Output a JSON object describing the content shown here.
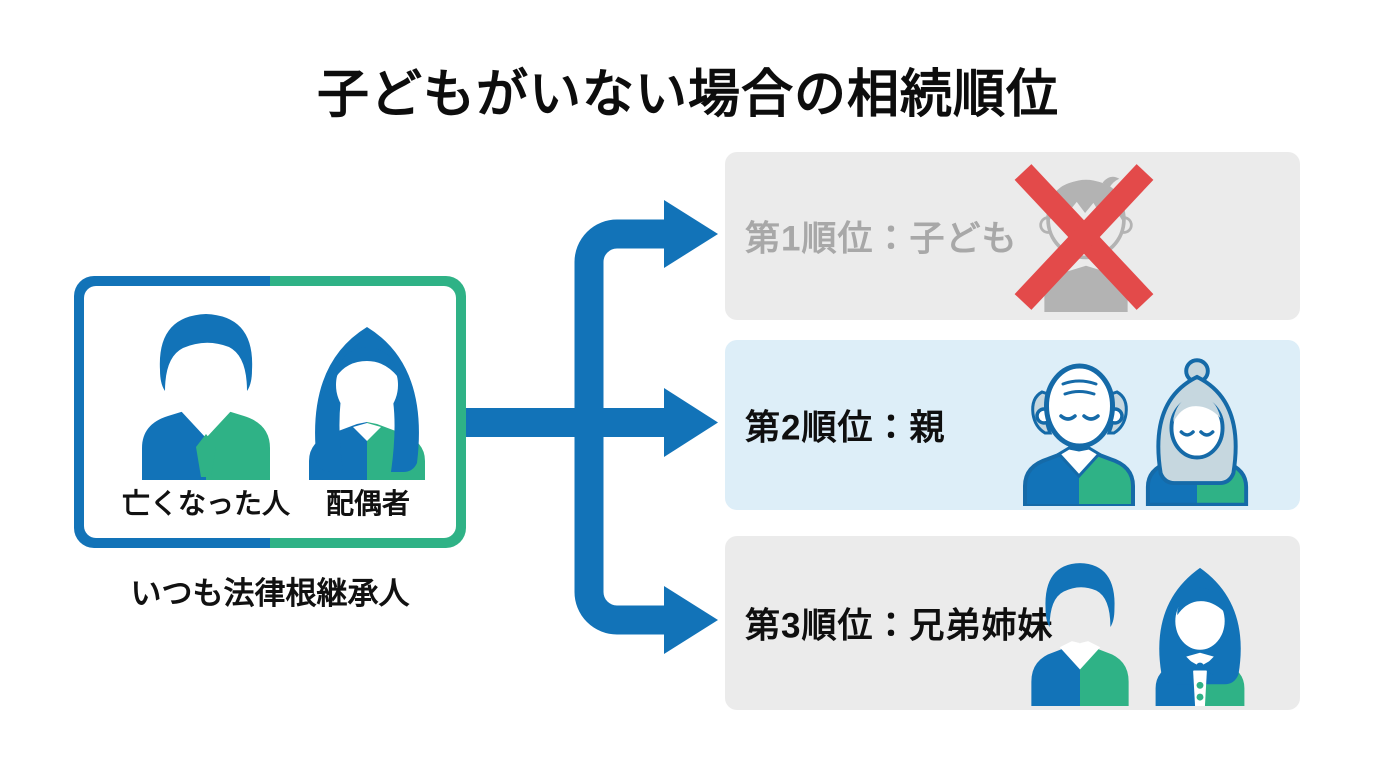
{
  "title": "子どもがいない場合の相続順位",
  "family_box": {
    "deceased_label": "亡くなった人",
    "spouse_label": "配偶者",
    "caption": "いつも法律根継承人"
  },
  "priority_rows": [
    {
      "rank": 1,
      "label": "第1順位：子ども",
      "status": "excluded"
    },
    {
      "rank": 2,
      "label": "第2順位：親",
      "status": "eligible"
    },
    {
      "rank": 3,
      "label": "第3順位：兄弟姉妹",
      "status": "eligible"
    }
  ],
  "icons": {
    "family_box": [
      "deceased-man-icon",
      "spouse-woman-icon"
    ],
    "row1": [
      "child-icon",
      "red-cross-icon"
    ],
    "row2": [
      "grandfather-icon",
      "grandmother-icon"
    ],
    "row3": [
      "brother-icon",
      "sister-icon"
    ],
    "connector": "branch-arrows-icon"
  },
  "colors": {
    "primary_blue": "#1273b8",
    "green": "#2fb286",
    "row_grey_bg": "#ebebeb",
    "row_blue_bg": "#ddeef8",
    "muted_text": "#a8a8a8",
    "grey_icon": "#b3b3b3",
    "cross_red": "#e34a4a",
    "elder_hair": "#c6d7df",
    "outline_blue": "#156aa8",
    "text_black": "#0d0d0d"
  }
}
